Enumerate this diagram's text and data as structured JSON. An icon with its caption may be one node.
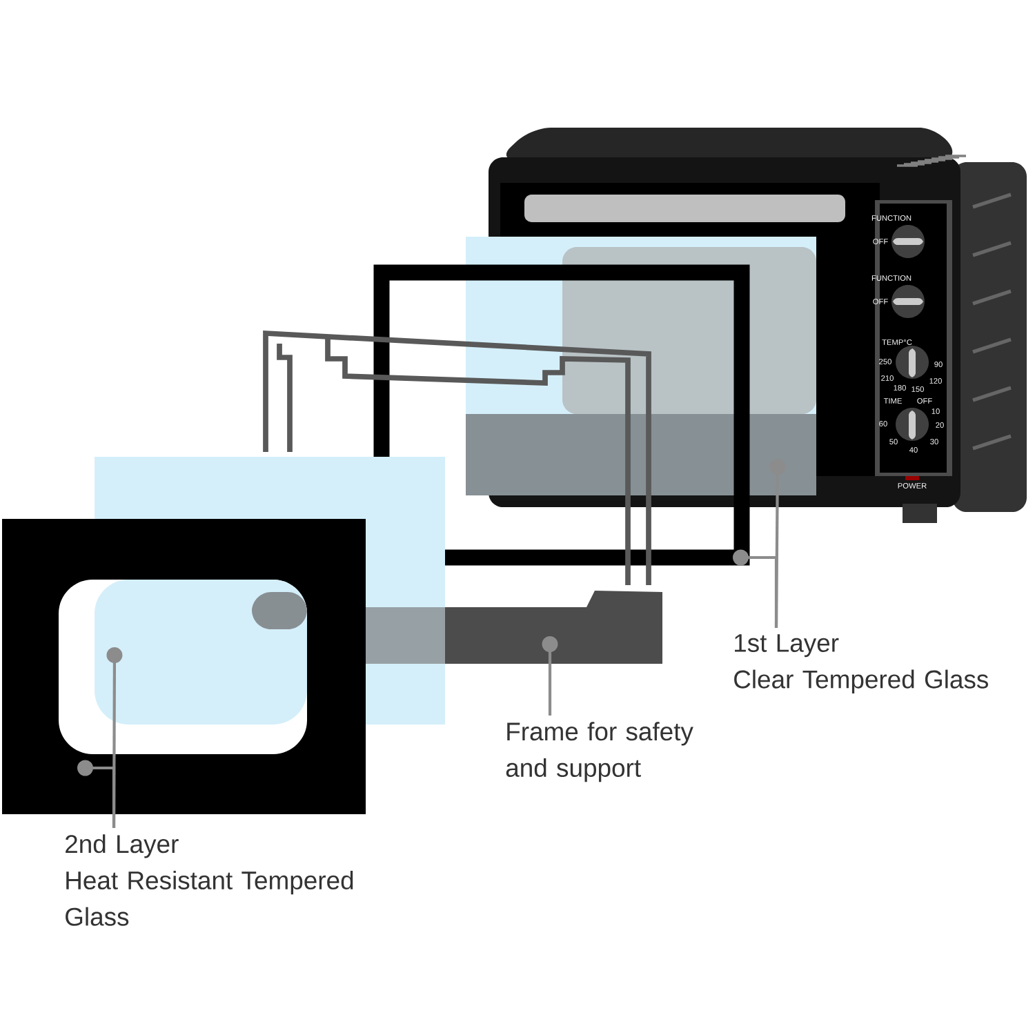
{
  "diagram": {
    "nodes": [
      {
        "text": [
          "1st Layer",
          "Clear Tempered Glass"
        ]
      },
      {
        "text": [
          "Frame for safety and support"
        ]
      },
      {
        "text": [
          "2nd Layer",
          "Heat Resistant Tempered Glass"
        ]
      },
      {
        "text": [],
        "shape": "box"
      },
      {
        "text": [],
        "shape": "box"
      },
      {
        "text": [],
        "shape": "box"
      },
      {
        "text": [],
        "shape": "box"
      },
      {
        "text": [],
        "shape": "box"
      }
    ],
    "edges": [
      {
        "from": 0,
        "to": 3,
        "arrow": "other"
      },
      {
        "from": 0,
        "to": 4,
        "arrow": "other"
      },
      {
        "from": 1,
        "to": 5,
        "arrow": "other"
      },
      {
        "from": 2,
        "to": 6,
        "arrow": "other"
      },
      {
        "from": 2,
        "to": 7,
        "arrow": "other"
      }
    ],
    "labels": [
      "FUNCTION",
      "OFF",
      "FUNCTION",
      "OFF",
      "TEMP°C",
      "250",
      "210",
      "180",
      "150",
      "120",
      "90",
      "TIME",
      "OFF",
      "10",
      "20",
      "30",
      "40",
      "50",
      "60",
      "POWER"
    ]
  }
}
